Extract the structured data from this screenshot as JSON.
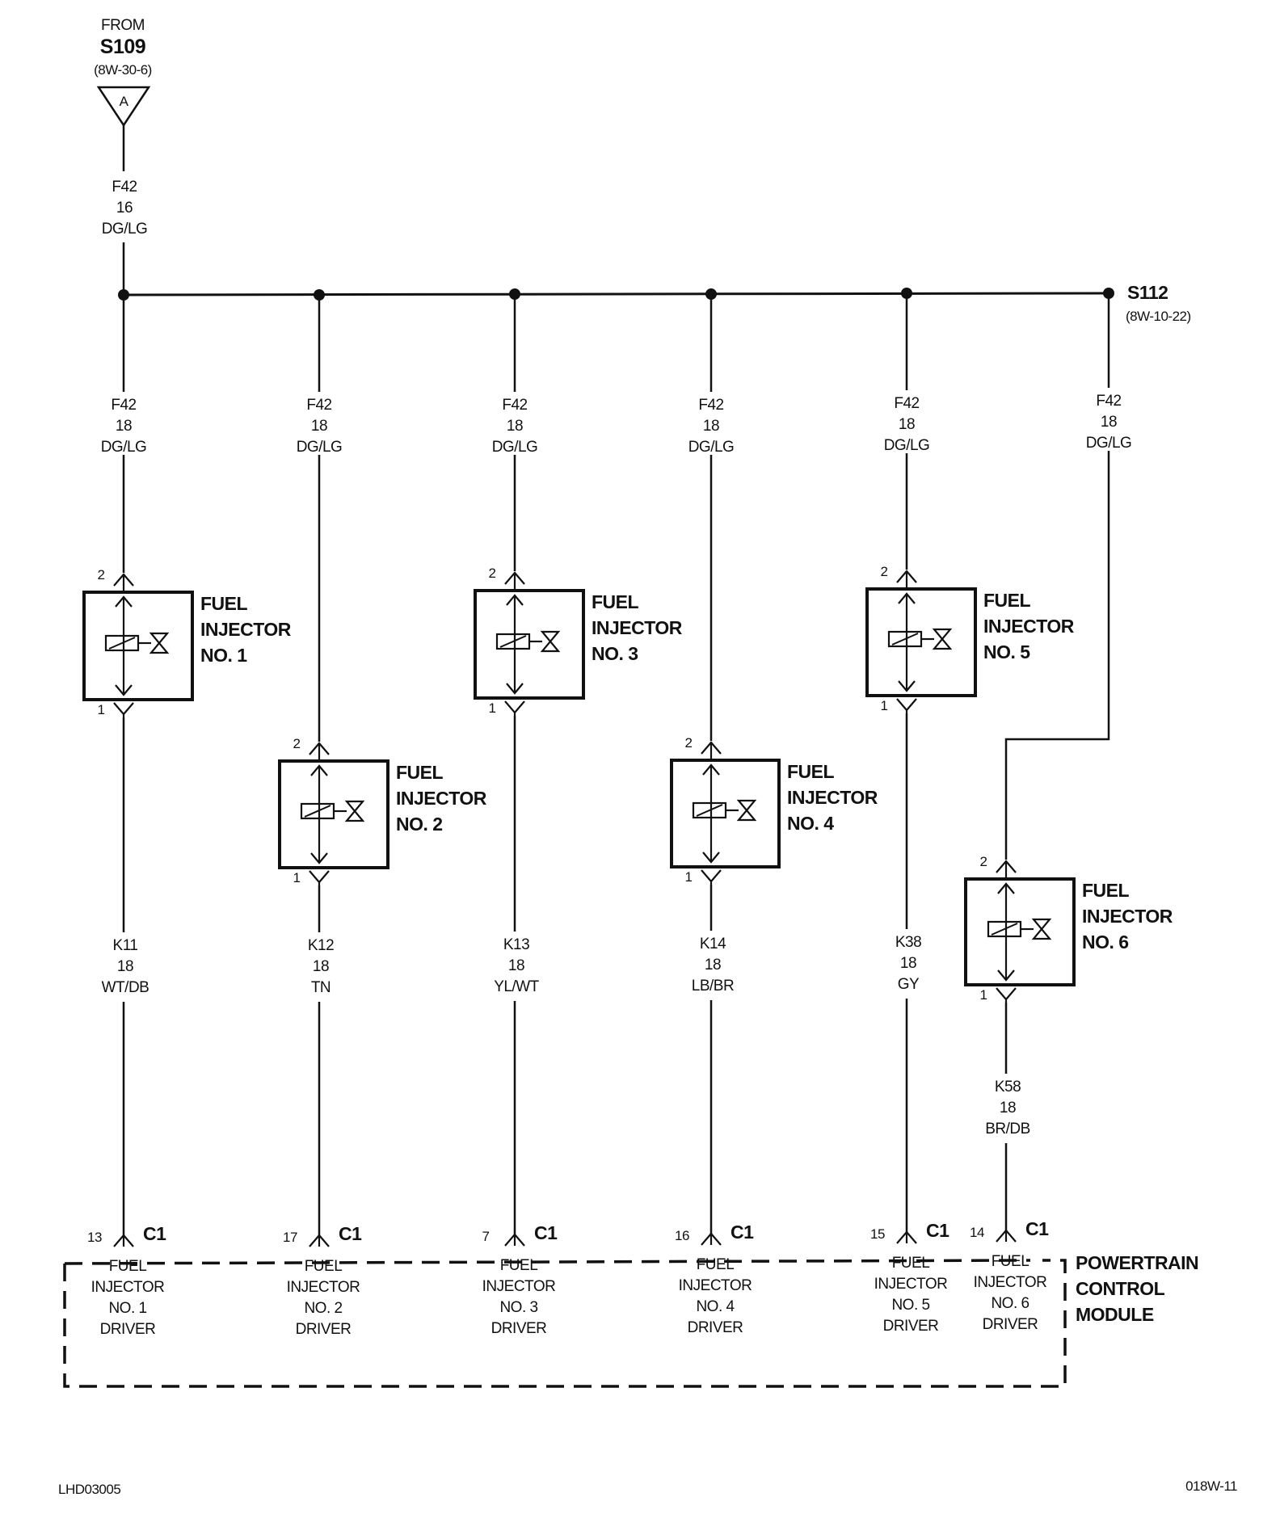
{
  "source": {
    "from_label": "FROM",
    "splice": "S109",
    "ref": "(8W-30-6)",
    "connector_letter": "A",
    "wire": {
      "circuit": "F42",
      "gauge": "16",
      "color": "DG/LG"
    }
  },
  "splice_right": {
    "name": "S112",
    "ref": "(8W-10-22)"
  },
  "injectors": [
    {
      "lines": [
        "FUEL",
        "INJECTOR",
        "NO. 1"
      ],
      "pin_top": "2",
      "pin_bottom": "1",
      "feed": {
        "circuit": "F42",
        "gauge": "18",
        "color": "DG/LG"
      },
      "driver": {
        "circuit": "K11",
        "gauge": "18",
        "color": "WT/DB"
      },
      "pcm_pin": "13",
      "pcm_conn": "C1",
      "pcm_label": [
        "FUEL",
        "INJECTOR",
        "NO. 1",
        "DRIVER"
      ]
    },
    {
      "lines": [
        "FUEL",
        "INJECTOR",
        "NO. 2"
      ],
      "pin_top": "2",
      "pin_bottom": "1",
      "feed": {
        "circuit": "F42",
        "gauge": "18",
        "color": "DG/LG"
      },
      "driver": {
        "circuit": "K12",
        "gauge": "18",
        "color": "TN"
      },
      "pcm_pin": "17",
      "pcm_conn": "C1",
      "pcm_label": [
        "FUEL",
        "INJECTOR",
        "NO. 2",
        "DRIVER"
      ]
    },
    {
      "lines": [
        "FUEL",
        "INJECTOR",
        "NO. 3"
      ],
      "pin_top": "2",
      "pin_bottom": "1",
      "feed": {
        "circuit": "F42",
        "gauge": "18",
        "color": "DG/LG"
      },
      "driver": {
        "circuit": "K13",
        "gauge": "18",
        "color": "YL/WT"
      },
      "pcm_pin": "7",
      "pcm_conn": "C1",
      "pcm_label": [
        "FUEL",
        "INJECTOR",
        "NO. 3",
        "DRIVER"
      ]
    },
    {
      "lines": [
        "FUEL",
        "INJECTOR",
        "NO. 4"
      ],
      "pin_top": "2",
      "pin_bottom": "1",
      "feed": {
        "circuit": "F42",
        "gauge": "18",
        "color": "DG/LG"
      },
      "driver": {
        "circuit": "K14",
        "gauge": "18",
        "color": "LB/BR"
      },
      "pcm_pin": "16",
      "pcm_conn": "C1",
      "pcm_label": [
        "FUEL",
        "INJECTOR",
        "NO. 4",
        "DRIVER"
      ]
    },
    {
      "lines": [
        "FUEL",
        "INJECTOR",
        "NO. 5"
      ],
      "pin_top": "2",
      "pin_bottom": "1",
      "feed": {
        "circuit": "F42",
        "gauge": "18",
        "color": "DG/LG"
      },
      "driver": {
        "circuit": "K38",
        "gauge": "18",
        "color": "GY"
      },
      "pcm_pin": "15",
      "pcm_conn": "C1",
      "pcm_label": [
        "FUEL",
        "INJECTOR",
        "NO. 5",
        "DRIVER"
      ]
    },
    {
      "lines": [
        "FUEL",
        "INJECTOR",
        "NO. 6"
      ],
      "pin_top": "2",
      "pin_bottom": "1",
      "feed": {
        "circuit": "F42",
        "gauge": "18",
        "color": "DG/LG"
      },
      "driver": {
        "circuit": "K58",
        "gauge": "18",
        "color": "BR/DB"
      },
      "pcm_pin": "14",
      "pcm_conn": "C1",
      "pcm_label": [
        "FUEL",
        "INJECTOR",
        "NO. 6",
        "DRIVER"
      ]
    }
  ],
  "pcm": {
    "lines": [
      "POWERTRAIN",
      "CONTROL",
      "MODULE"
    ]
  },
  "footer": {
    "left": "LHD03005",
    "right": "018W-11"
  }
}
